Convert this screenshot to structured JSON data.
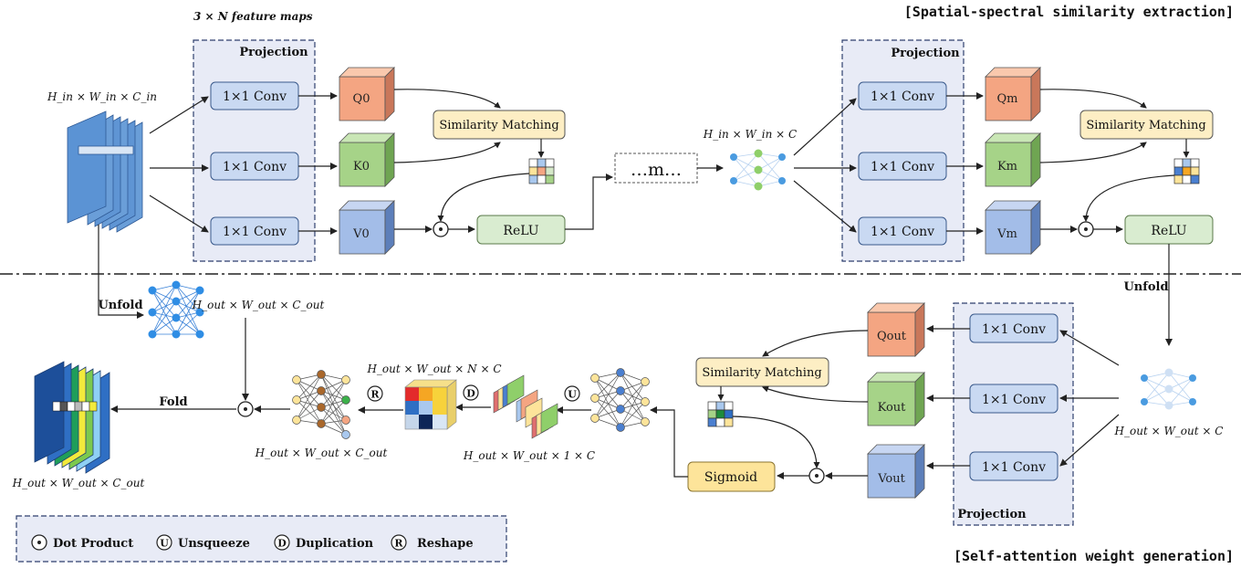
{
  "header": {
    "title_top": "[Spatial-spectral similarity extraction]",
    "title_bottom": "[Self-attention weight generation]",
    "feature_maps_label": "3 × N feature maps"
  },
  "top": {
    "projection_label": "Projection",
    "input_dims": "H_in × W_in × C_in",
    "conv_label": "1×1 Conv",
    "q0": "Q0",
    "k0": "K0",
    "v0": "V0",
    "qm": "Qm",
    "km": "Km",
    "vm": "Vm",
    "similarity_matching": "Similarity Matching",
    "relu": "ReLU",
    "ellipsis": "…m…",
    "mid_dims": "H_in × W_in × C"
  },
  "bottom": {
    "unfold_left": "Unfold",
    "unfold_right": "Unfold",
    "fold": "Fold",
    "projection_label": "Projection",
    "conv_label": "1×1 Conv",
    "qout": "Qout",
    "kout": "Kout",
    "vout": "Vout",
    "similarity_matching": "Similarity Matching",
    "sigmoid": "Sigmoid",
    "dims_unfold": "H_out × W_out × C_out",
    "dims_right": "H_out × W_out × C",
    "dims_nc": "H_out × W_out × N × C",
    "dims_1c": "H_out × W_out × 1 × C",
    "dims_cout_mid": "H_out × W_out × C_out",
    "dims_output": "H_out × W_out × C_out",
    "op_r": "R",
    "op_d": "D",
    "op_u": "U"
  },
  "legend": {
    "dot_product": "Dot Product",
    "unsqueeze": "Unsqueeze",
    "duplication": "Duplication",
    "reshape": "Reshape",
    "u": "U",
    "d": "D",
    "r": "R"
  },
  "colors": {
    "q_box": "#f4a582",
    "k_box": "#a6d388",
    "v_box": "#a3bde8",
    "conv_box": "#c9d9f2",
    "relu_box": "#d9ecd0",
    "similarity_box": "#fdeec4",
    "sigmoid_box": "#fde49a",
    "projection_bg": "#e8ebf6"
  }
}
